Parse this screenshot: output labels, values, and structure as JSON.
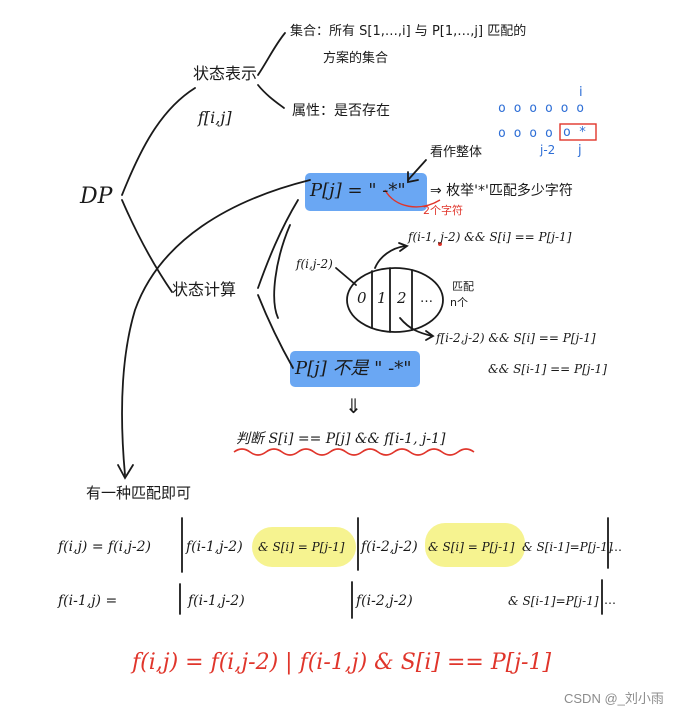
{
  "colors": {
    "ink": "#1a1a1a",
    "blue_highlight": "#6aa7f3",
    "yellow_highlight": "#f6f28a",
    "red": "#e0352b",
    "watermark": "#8c8c8c"
  },
  "root": "DP",
  "state_repr": {
    "title": "状态表示",
    "func": "f[i,j]",
    "set_line1": "集合：所有 S[1,…,i] 与 P[1,…,j] 匹配的",
    "set_line2": "方案的集合",
    "attr": "属性：是否存在"
  },
  "dots": {
    "i_label": "i",
    "j_label": "j",
    "jm2_label": "j-2",
    "boxed": "o *"
  },
  "state_calc": {
    "title": "状态计算",
    "look_whole": "看作整体",
    "case1": "P[j] = \" -*\"",
    "enum_note": "⇒ 枚举'*'匹配多少字符",
    "two_chars": "2个字符",
    "branch_top": "f(i-1, j-2) && S[i] == P[j-1]",
    "branch_left": "f(i,j-2)",
    "oval_0": "0",
    "oval_1": "1",
    "oval_2": "2",
    "oval_dots": "…",
    "oval_match": "匹配",
    "oval_n": "n个",
    "branch_b1": "f[i-2,j-2) && S[i] == P[j-1]",
    "branch_b2": "&& S[i-1] == P[j-1]",
    "case2": "P[j] 不是 \" -*\"",
    "arrow": "⇓",
    "judge": "判断 S[i] == P[j]  &&  f[i-1, j-1]"
  },
  "one_match": "有一种匹配即可",
  "eq1": {
    "a": "f(i,j) = f(i,j-2)",
    "b": "f(i-1,j-2)",
    "c": "& S[i] = P[j-1]",
    "d": "f(i-2,j-2)",
    "e": "& S[i] = P[j-1]",
    "f": "& S[i-1]=P[j-1]",
    "g": "…"
  },
  "eq2": {
    "a": "f(i-1,j) =",
    "b": "f(i-1,j-2)",
    "c": "f(i-2,j-2)",
    "d": "& S[i-1]=P[j-1]",
    "e": "…"
  },
  "final": "f(i,j) = f(i,j-2) | f(i-1,j) & S[i] == P[j-1]",
  "watermark": "CSDN @_刘小雨"
}
